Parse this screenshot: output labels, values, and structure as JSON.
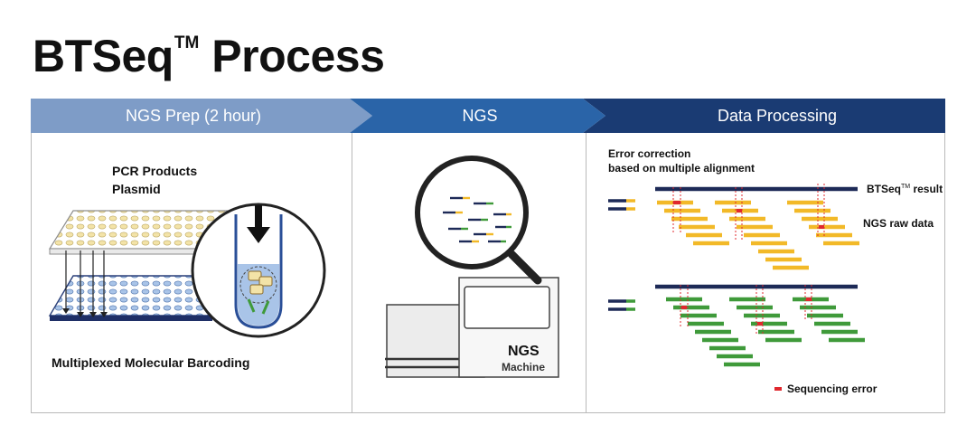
{
  "title": {
    "main": "BTSeq",
    "tm": "TM",
    "rest": "Process"
  },
  "steps": [
    {
      "label": "NGS Prep (2 hour)",
      "color": "#7e9cc7"
    },
    {
      "label": "NGS",
      "color": "#2a64a8"
    },
    {
      "label": "Data Processing",
      "color": "#1a3b73"
    }
  ],
  "prep": {
    "line1": "PCR Products",
    "line2": "Plasmid",
    "caption": "Multiplexed Molecular Barcoding"
  },
  "ngs": {
    "machine_line1": "NGS",
    "machine_line2": "Machine"
  },
  "processing": {
    "heading_line1": "Error correction",
    "heading_line2": "based on multiple alignment",
    "result_label_main": "BTSeq",
    "result_label_tm": "TM",
    "result_label_rest": " result",
    "raw_label": "NGS raw data",
    "legend_label": "Sequencing error"
  },
  "colors": {
    "read_yellow": "#f2b928",
    "read_green": "#3f9a3a",
    "reference_navy": "#1d2a57",
    "error_red": "#e0282e",
    "plate_yellow": "#f3e3a8",
    "plate_blue": "#a9c4e8"
  }
}
